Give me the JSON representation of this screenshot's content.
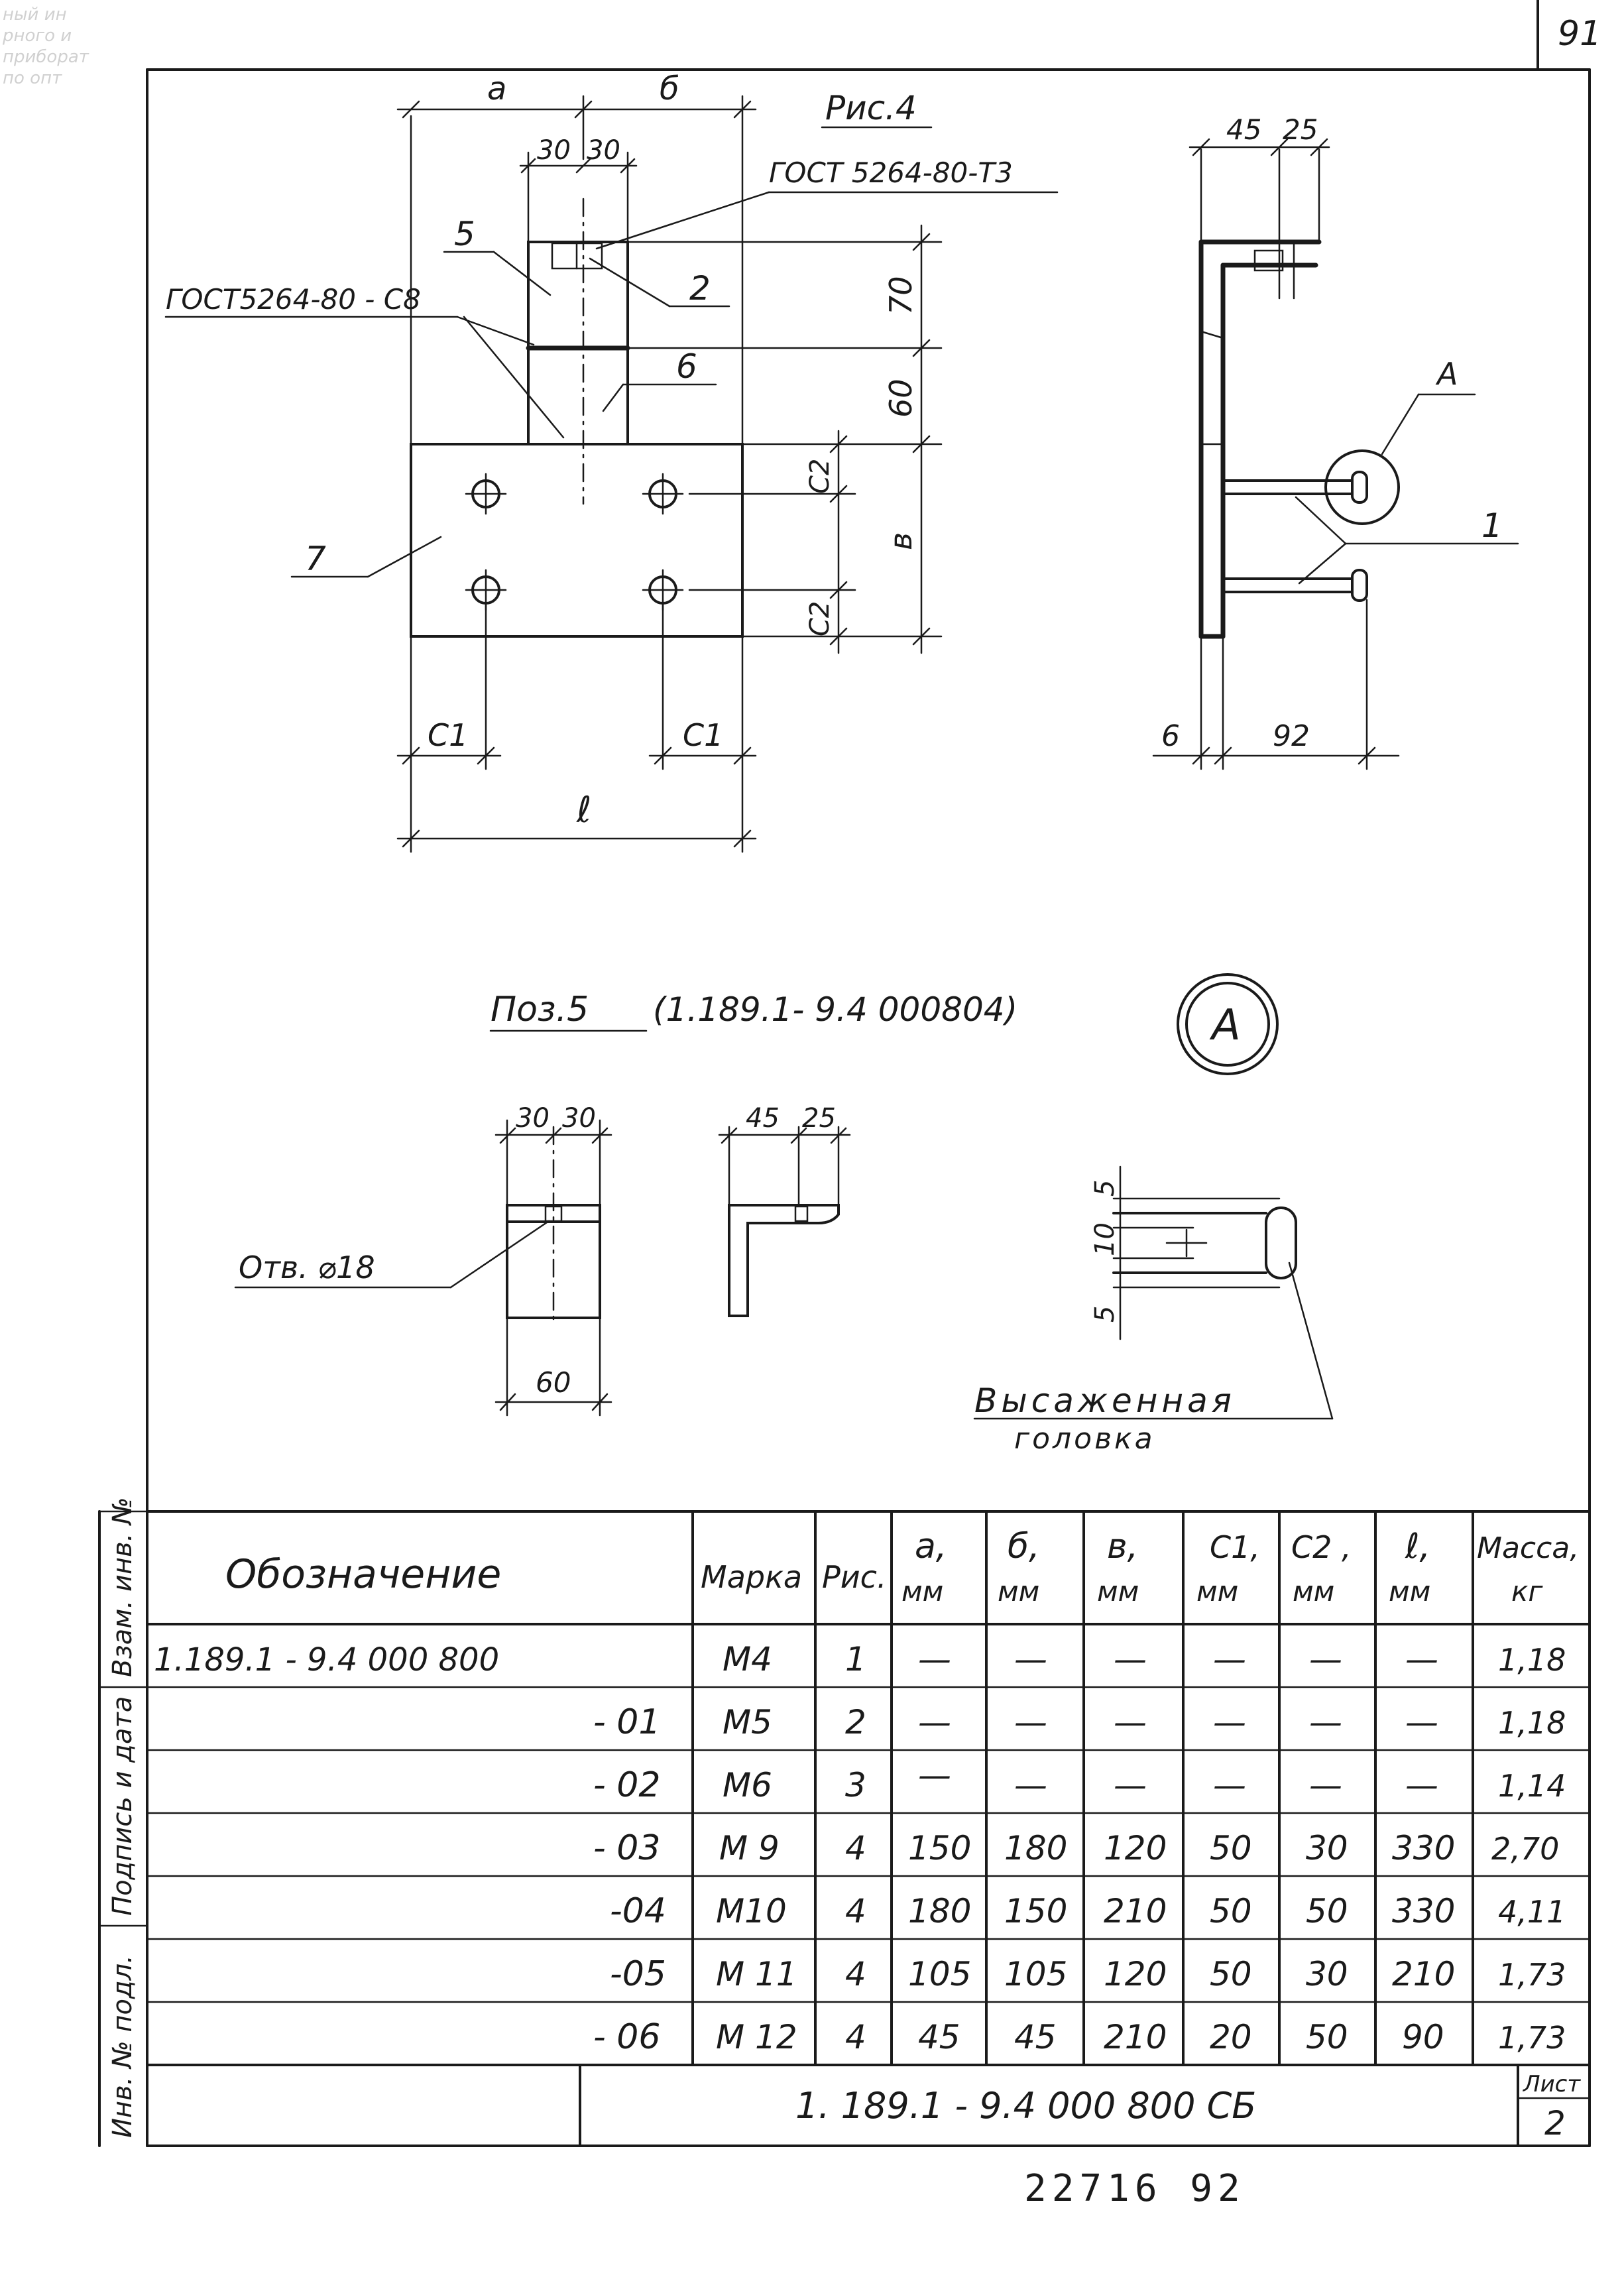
{
  "sheet": {
    "page_number": "91",
    "bottom_number": "22716  92",
    "stamp_ghost_lines": [
      "ный ин",
      "рного и",
      "приборат",
      "по опт"
    ]
  },
  "side_stamp": {
    "field1": "Взам. инв. №",
    "field2": "Подпись и дата",
    "field3": "Инв. № подл."
  },
  "figure": {
    "title": "Рис.4",
    "weld_t3": "ГОСТ 5264-80-Т3",
    "weld_c8": "ГОСТ5264-80 - С8",
    "dims": {
      "a": "а",
      "b": "б",
      "d30a": "30",
      "d30b": "30",
      "d70": "70",
      "d60": "60",
      "c2a": "С2",
      "c2b": "С2",
      "v": "в",
      "c1a": "С1",
      "c1b": "С1",
      "l": "ℓ",
      "d45": "45",
      "d25": "25",
      "d6": "6",
      "d92": "92"
    },
    "positions": {
      "p1": "1",
      "p2": "2",
      "p5": "5",
      "p6": "6",
      "p7": "7"
    },
    "detail_ref": "А"
  },
  "pos5": {
    "title": "Поз.5",
    "code": "(1.189.1- 9.4 000804)",
    "hole": "Отв. ⌀18",
    "d30a": "30",
    "d30b": "30",
    "d60": "60",
    "d45": "45",
    "d25": "25"
  },
  "detail_a": {
    "label": "А",
    "d5a": "5",
    "d10": "10",
    "d5b": "5",
    "note_line1": "Высаженная",
    "note_line2": "головка"
  },
  "table": {
    "headers": {
      "designation": "Обозначение",
      "mark": "Марка",
      "fig": "Рис.",
      "a": [
        "а,",
        "мм"
      ],
      "b": [
        "б,",
        "мм"
      ],
      "v": [
        "в,",
        "мм"
      ],
      "c1": [
        "С1,",
        "мм"
      ],
      "c2": [
        "С2 ,",
        "мм"
      ],
      "l": [
        "ℓ,",
        "мм"
      ],
      "mass": [
        "Масса,",
        "кг"
      ]
    },
    "rows": [
      {
        "designation": "1.189.1 - 9.4   000 800",
        "suffix": "",
        "mark": "М4",
        "fig": "1",
        "a": "—",
        "b": "—",
        "v": "—",
        "c1": "—",
        "c2": "—",
        "l": "—",
        "mass": "1,18"
      },
      {
        "designation": "",
        "suffix": "- 01",
        "mark": "М5",
        "fig": "2",
        "a": "—",
        "b": "—",
        "v": "—",
        "c1": "—",
        "c2": "—",
        "l": "—",
        "mass": "1,18"
      },
      {
        "designation": "",
        "suffix": "- 02",
        "mark": "М6",
        "fig": "3",
        "a": "—",
        "b": "—",
        "v": "—",
        "c1": "—",
        "c2": "—",
        "l": "—",
        "mass": "1,14"
      },
      {
        "designation": "",
        "suffix": "- 03",
        "mark": "М 9",
        "fig": "4",
        "a": "150",
        "b": "180",
        "v": "120",
        "c1": "50",
        "c2": "30",
        "l": "330",
        "mass": "2,70"
      },
      {
        "designation": "",
        "suffix": "-04",
        "mark": "М10",
        "fig": "4",
        "a": "180",
        "b": "150",
        "v": "210",
        "c1": "50",
        "c2": "50",
        "l": "330",
        "mass": "4,11"
      },
      {
        "designation": "",
        "suffix": "-05",
        "mark": "М 11",
        "fig": "4",
        "a": "105",
        "b": "105",
        "v": "120",
        "c1": "50",
        "c2": "30",
        "l": "210",
        "mass": "1,73"
      },
      {
        "designation": "",
        "suffix": "- 06",
        "mark": "М 12",
        "fig": "4",
        "a": "45",
        "b": "45",
        "v": "210",
        "c1": "20",
        "c2": "50",
        "l": "90",
        "mass": "1,73"
      }
    ]
  },
  "title_block": {
    "code": "1. 189.1 - 9.4   000 800 СБ",
    "sheet_label": "Лист",
    "sheet_no": "2"
  }
}
